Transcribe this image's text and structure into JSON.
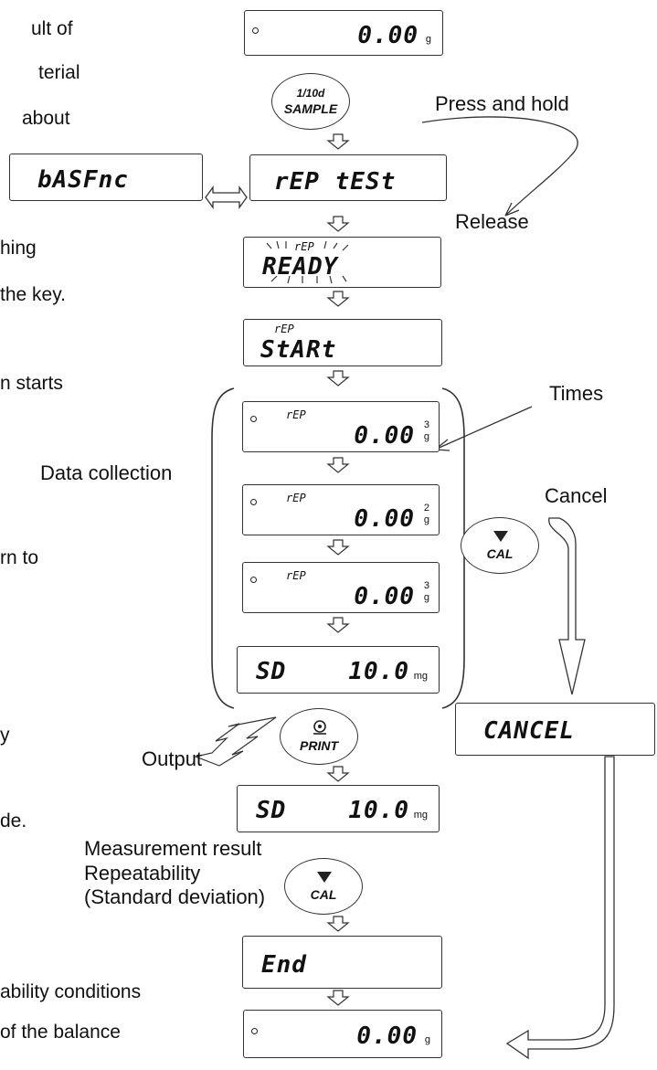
{
  "left_text": [
    "ult of",
    "terial",
    "about",
    "hing",
    "the key.",
    "n  starts",
    "rn to",
    "y",
    "de.",
    "ability conditions",
    "of the balance"
  ],
  "labels": {
    "press_and_hold": "Press and hold",
    "release": "Release",
    "times": "Times",
    "data_collection": "Data collection",
    "cancel": "Cancel",
    "output": "Output",
    "measurement_result": "Measurement result",
    "repeatability": "Repeatability",
    "standard_deviation": "(Standard deviation)"
  },
  "keys": {
    "sample_top": "1/10d",
    "sample_bottom": "SAMPLE",
    "cal": "CAL",
    "print": "PRINT"
  },
  "displays": {
    "weight": "0.00",
    "unit_g": "g",
    "basfnc": "bASFnc",
    "rep_test": "rEP tESt",
    "rep_small": "rEP",
    "ready": "READY",
    "start": "StARt",
    "sd_label": "SD",
    "sd_value": "10.0",
    "unit_mg": "mg",
    "cancel": "CANCEL",
    "end": "End",
    "count_digits": [
      "3",
      "2",
      "3"
    ]
  }
}
